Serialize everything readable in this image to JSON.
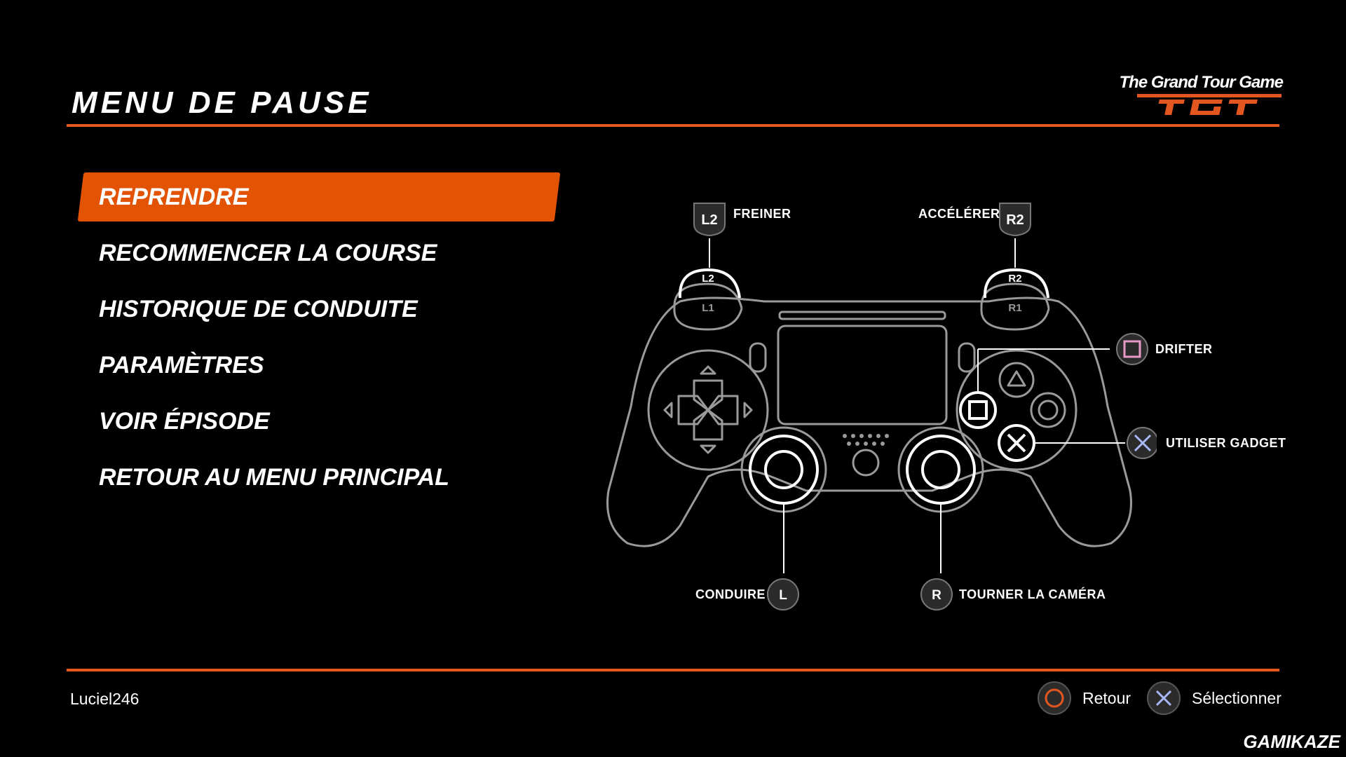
{
  "title": "MENU DE PAUSE",
  "logo": {
    "text": "The Grand Tour Game",
    "mark": "TGT"
  },
  "menu": {
    "items": [
      {
        "label": "REPRENDRE",
        "selected": true
      },
      {
        "label": "RECOMMENCER LA COURSE",
        "selected": false
      },
      {
        "label": "HISTORIQUE DE CONDUITE",
        "selected": false
      },
      {
        "label": "PARAMÈTRES",
        "selected": false
      },
      {
        "label": "VOIR ÉPISODE",
        "selected": false
      },
      {
        "label": "RETOUR AU MENU PRINCIPAL",
        "selected": false
      }
    ]
  },
  "controller": {
    "l2": {
      "button": "L2",
      "action": "FREINER"
    },
    "r2": {
      "button": "R2",
      "action": "ACCÉLÉRER"
    },
    "square": {
      "button": "square-icon",
      "action": "DRIFTER"
    },
    "cross": {
      "button": "cross-icon",
      "action": "UTILISER GADGET"
    },
    "lstick": {
      "button": "L",
      "action": "CONDUIRE"
    },
    "rstick": {
      "button": "R",
      "action": "TOURNER LA CAMÉRA"
    },
    "bumper_labels": {
      "l1": "L1",
      "l2": "L2",
      "r1": "R1",
      "r2": "R2"
    }
  },
  "footer": {
    "username": "Luciel246",
    "back": {
      "icon": "circle-icon",
      "label": "Retour"
    },
    "select": {
      "icon": "cross-icon",
      "label": "Sélectionner"
    }
  },
  "watermark": "GAMIKAZE",
  "colors": {
    "accent": "#e3561f",
    "selected": "#e25404",
    "background": "#000000"
  }
}
